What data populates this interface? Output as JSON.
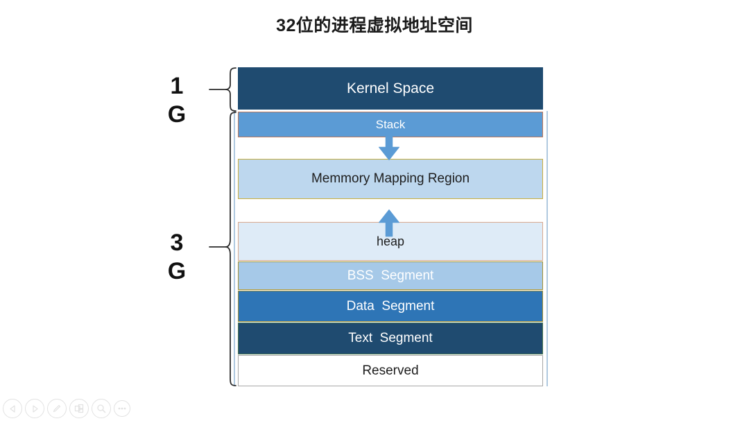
{
  "slide": {
    "title": "32位的进程虚拟地址空间"
  },
  "diagram": {
    "type": "memory-layout",
    "description": "32-bit process virtual address space layout",
    "size_labels": [
      {
        "id": "kernel-region",
        "value": "1",
        "unit": "G",
        "spans": [
          "Kernel Space"
        ]
      },
      {
        "id": "user-region",
        "value": "3",
        "unit": "G",
        "spans": [
          "Stack",
          "Memmory Mapping Region",
          "heap",
          "BSS  Segment",
          "Data  Segment",
          "Text  Segment",
          "Reserved"
        ]
      }
    ],
    "blocks": [
      {
        "id": "kernel-space",
        "label": "Kernel Space",
        "fill": "#1F4B70",
        "text_color": "#FFFFFF"
      },
      {
        "id": "stack",
        "label": "Stack",
        "fill": "#5B9BD5",
        "text_color": "#FFFFFF",
        "border": "#C0795A"
      },
      {
        "id": "gap-upper",
        "label": "",
        "fill": "#FFFFFF",
        "text_color": "#1D1D1D"
      },
      {
        "id": "memory-mapping-region",
        "label": "Memmory Mapping Region",
        "fill": "#BDD7EE",
        "text_color": "#1D1D1D",
        "border": "#C9AE3E"
      },
      {
        "id": "gap-lower",
        "label": "",
        "fill": "#FFFFFF",
        "text_color": "#1D1D1D"
      },
      {
        "id": "heap",
        "label": "heap",
        "fill": "#DEEBF7",
        "text_color": "#1D1D1D",
        "border": "#D8A98F"
      },
      {
        "id": "bss-segment",
        "label": "BSS  Segment",
        "fill": "#A6C9E8",
        "text_color": "#FFFFFF",
        "border": "#A39236"
      },
      {
        "id": "data-segment",
        "label": "Data  Segment",
        "fill": "#2E75B6",
        "text_color": "#FFFFFF",
        "border": "#A39236"
      },
      {
        "id": "text-segment",
        "label": "Text  Segment",
        "fill": "#1F4B70",
        "text_color": "#FFFFFF",
        "border": "#4E7A52"
      },
      {
        "id": "reserved",
        "label": "Reserved",
        "fill": "#FFFFFF",
        "text_color": "#1D1D1D",
        "border": "#A6A6A6"
      }
    ],
    "arrows": [
      {
        "id": "stack-growth-arrow",
        "direction": "down",
        "from": "Stack",
        "color": "#5B9BD5"
      },
      {
        "id": "heap-growth-arrow",
        "direction": "up",
        "from": "heap",
        "color": "#5B9BD5"
      }
    ]
  },
  "toolbar": {
    "buttons": [
      {
        "id": "previous",
        "icon": "triangle-left-icon",
        "label": "Previous"
      },
      {
        "id": "next",
        "icon": "triangle-right-icon",
        "label": "Next"
      },
      {
        "id": "pen",
        "icon": "pen-icon",
        "label": "Pen"
      },
      {
        "id": "slides",
        "icon": "slides-icon",
        "label": "Slides"
      },
      {
        "id": "zoom",
        "icon": "magnifier-icon",
        "label": "Zoom"
      },
      {
        "id": "more",
        "icon": "ellipsis-icon",
        "label": "More"
      }
    ]
  }
}
